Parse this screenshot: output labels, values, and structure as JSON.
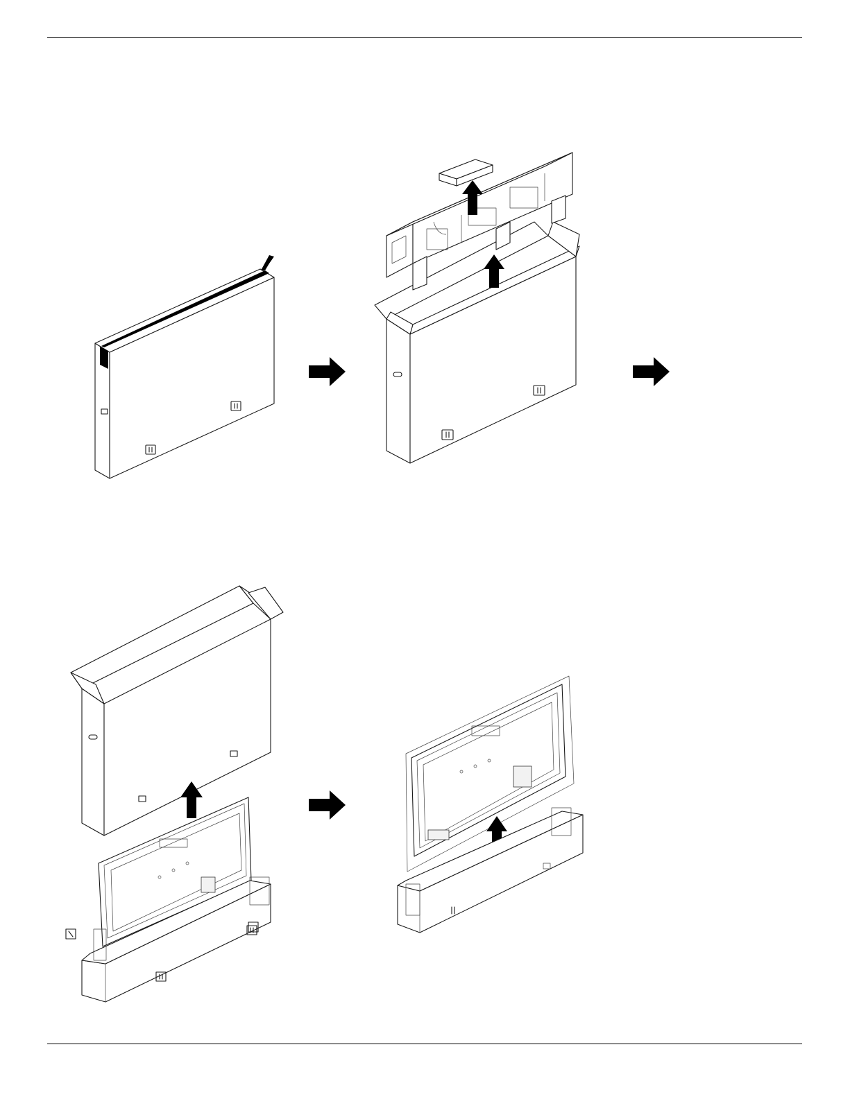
{
  "page": {
    "header_rule": true,
    "footer_rule": true
  },
  "steps": [
    {
      "id": "step-1",
      "depicts": "sealed-box-with-strap"
    },
    {
      "id": "step-2",
      "depicts": "open-box-lift-top-foam"
    },
    {
      "id": "step-3",
      "depicts": "lift-outer-box-off-display"
    },
    {
      "id": "step-4",
      "depicts": "lift-display-out-of-bottom-foam"
    }
  ],
  "arrows": [
    {
      "id": "arrow-1",
      "direction": "right"
    },
    {
      "id": "arrow-2",
      "direction": "right"
    },
    {
      "id": "arrow-3",
      "direction": "right"
    }
  ],
  "colors": {
    "line": "#1a1a1a",
    "fill": "#000000",
    "background": "#ffffff"
  }
}
